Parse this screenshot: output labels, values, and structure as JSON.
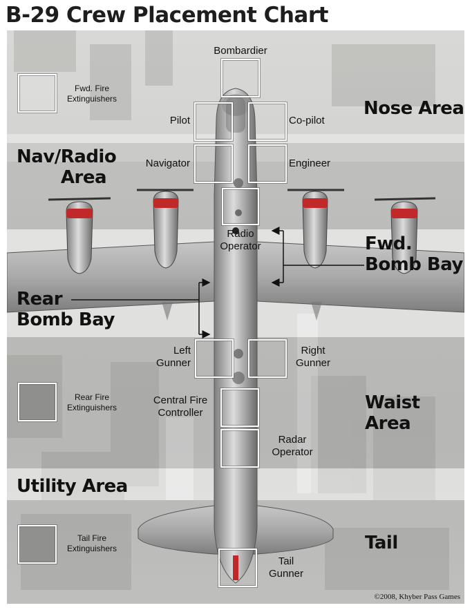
{
  "title": "B-29 Crew Placement Chart",
  "areas": {
    "nose": "Nose Area",
    "nav_radio": "Nav/Radio\nArea",
    "fwd_bomb_bay": "Fwd.\nBomb Bay",
    "rear_bomb_bay": "Rear\nBomb Bay",
    "waist": "Waist Area",
    "utility": "Utility Area",
    "tail": "Tail"
  },
  "crew": {
    "bombardier": "Bombardier",
    "pilot": "Pilot",
    "copilot": "Co-pilot",
    "navigator": "Navigator",
    "engineer": "Engineer",
    "radio_operator": "Radio\nOperator",
    "left_gunner": "Left\nGunner",
    "right_gunner": "Right\nGunner",
    "central_fire_controller": "Central Fire\nController",
    "radar_operator": "Radar\nOperator",
    "tail_gunner": "Tail\nGunner"
  },
  "extinguishers": {
    "fwd": "Fwd. Fire\nExtinguishers",
    "rear": "Rear Fire\nExtinguishers",
    "tail": "Tail Fire\nExtinguishers"
  },
  "copyright": "©2008, Khyber Pass Games",
  "colors": {
    "slot_border": "#ffffff",
    "engine_red": "#c0282a",
    "text": "#111111"
  }
}
